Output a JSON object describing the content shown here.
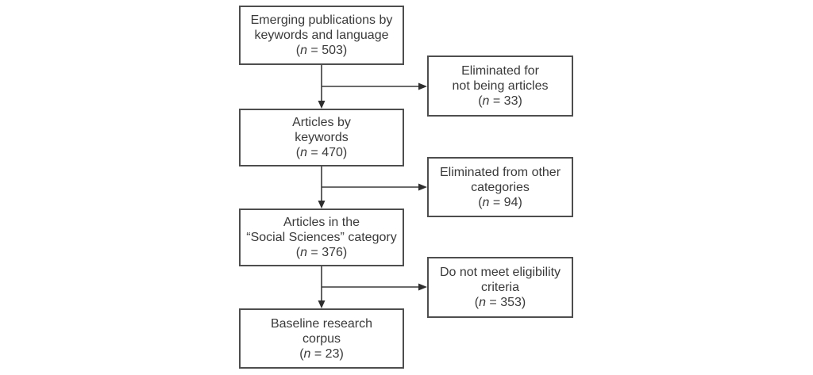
{
  "diagram": {
    "type": "flowchart",
    "background_color": "#ffffff",
    "box_border_color": "#4e4e4e",
    "text_color": "#3a3a3a",
    "arrow_color": "#2e2e2e",
    "main_flow": [
      {
        "name": "emerging-publications",
        "line1": "Emerging publications by",
        "line2": "keywords and language",
        "count_prefix": "(",
        "count_n": "n",
        "count_suffix": " = 503)",
        "n": 503
      },
      {
        "name": "articles-by-keywords",
        "line1": "Articles by",
        "line2": "keywords",
        "count_prefix": "(",
        "count_n": "n",
        "count_suffix": " = 470)",
        "n": 470
      },
      {
        "name": "social-sciences-category",
        "line1": "Articles in the",
        "line2": "“Social Sciences” category",
        "count_prefix": "(",
        "count_n": "n",
        "count_suffix": " = 376)",
        "n": 376
      },
      {
        "name": "baseline-corpus",
        "line1": "Baseline research",
        "line2": "corpus",
        "count_prefix": "(",
        "count_n": "n",
        "count_suffix": " = 23)",
        "n": 23
      }
    ],
    "exclusion_boxes": [
      {
        "name": "eliminated-not-articles",
        "line1": "Eliminated for",
        "line2": "not being articles",
        "count_prefix": "(",
        "count_n": "n",
        "count_suffix": " = 33)",
        "n": 33
      },
      {
        "name": "eliminated-other-categories",
        "line1": "Eliminated from other",
        "line2": "categories",
        "count_prefix": "(",
        "count_n": "n",
        "count_suffix": " = 94)",
        "n": 94
      },
      {
        "name": "not-eligible",
        "line1": "Do not meet eligibility",
        "line2": "criteria",
        "count_prefix": "(",
        "count_n": "n",
        "count_suffix": " = 353)",
        "n": 353
      }
    ],
    "edges": [
      {
        "from": "emerging-publications",
        "to": "articles-by-keywords"
      },
      {
        "from": "emerging-publications",
        "to": "eliminated-not-articles"
      },
      {
        "from": "articles-by-keywords",
        "to": "social-sciences-category"
      },
      {
        "from": "articles-by-keywords",
        "to": "eliminated-other-categories"
      },
      {
        "from": "social-sciences-category",
        "to": "baseline-corpus"
      },
      {
        "from": "social-sciences-category",
        "to": "not-eligible"
      }
    ]
  }
}
